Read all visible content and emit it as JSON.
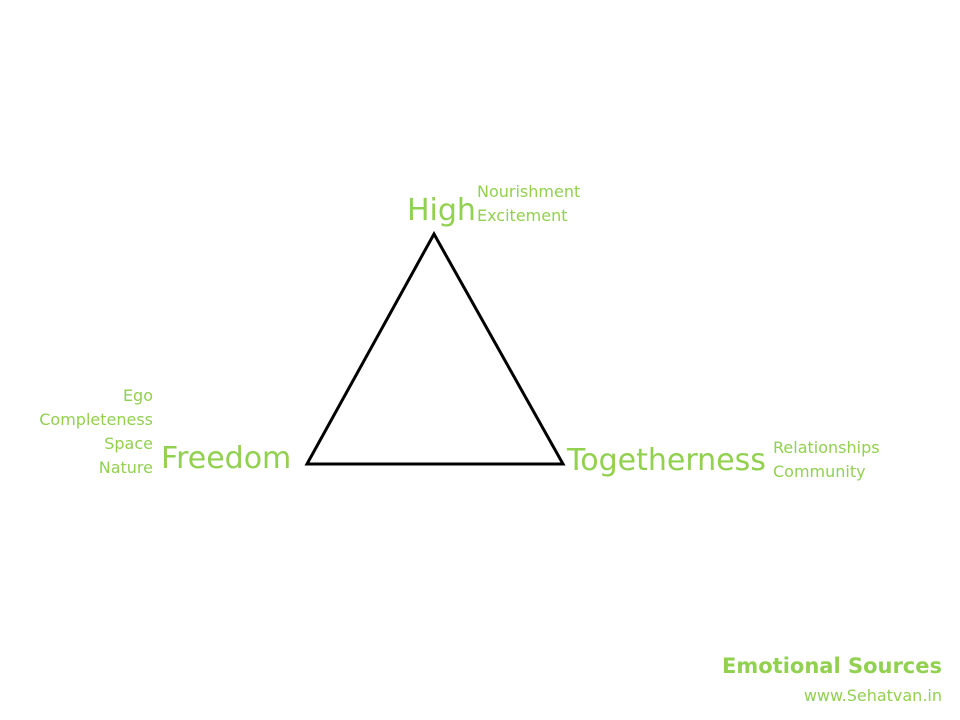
{
  "vertices": {
    "top": {
      "label": "High",
      "items": [
        "Nourishment",
        "Excitement"
      ]
    },
    "left": {
      "label": "Freedom",
      "items": [
        "Ego",
        "Completeness",
        "Space",
        "Nature"
      ]
    },
    "right": {
      "label": "Togetherness",
      "items": [
        "Relationships",
        "Community"
      ]
    }
  },
  "footer": {
    "title": "Emotional Sources",
    "url": "www.Sehatvan.in"
  },
  "colors": {
    "accent": "#92d050",
    "line": "#000000",
    "background": "#ffffff"
  }
}
